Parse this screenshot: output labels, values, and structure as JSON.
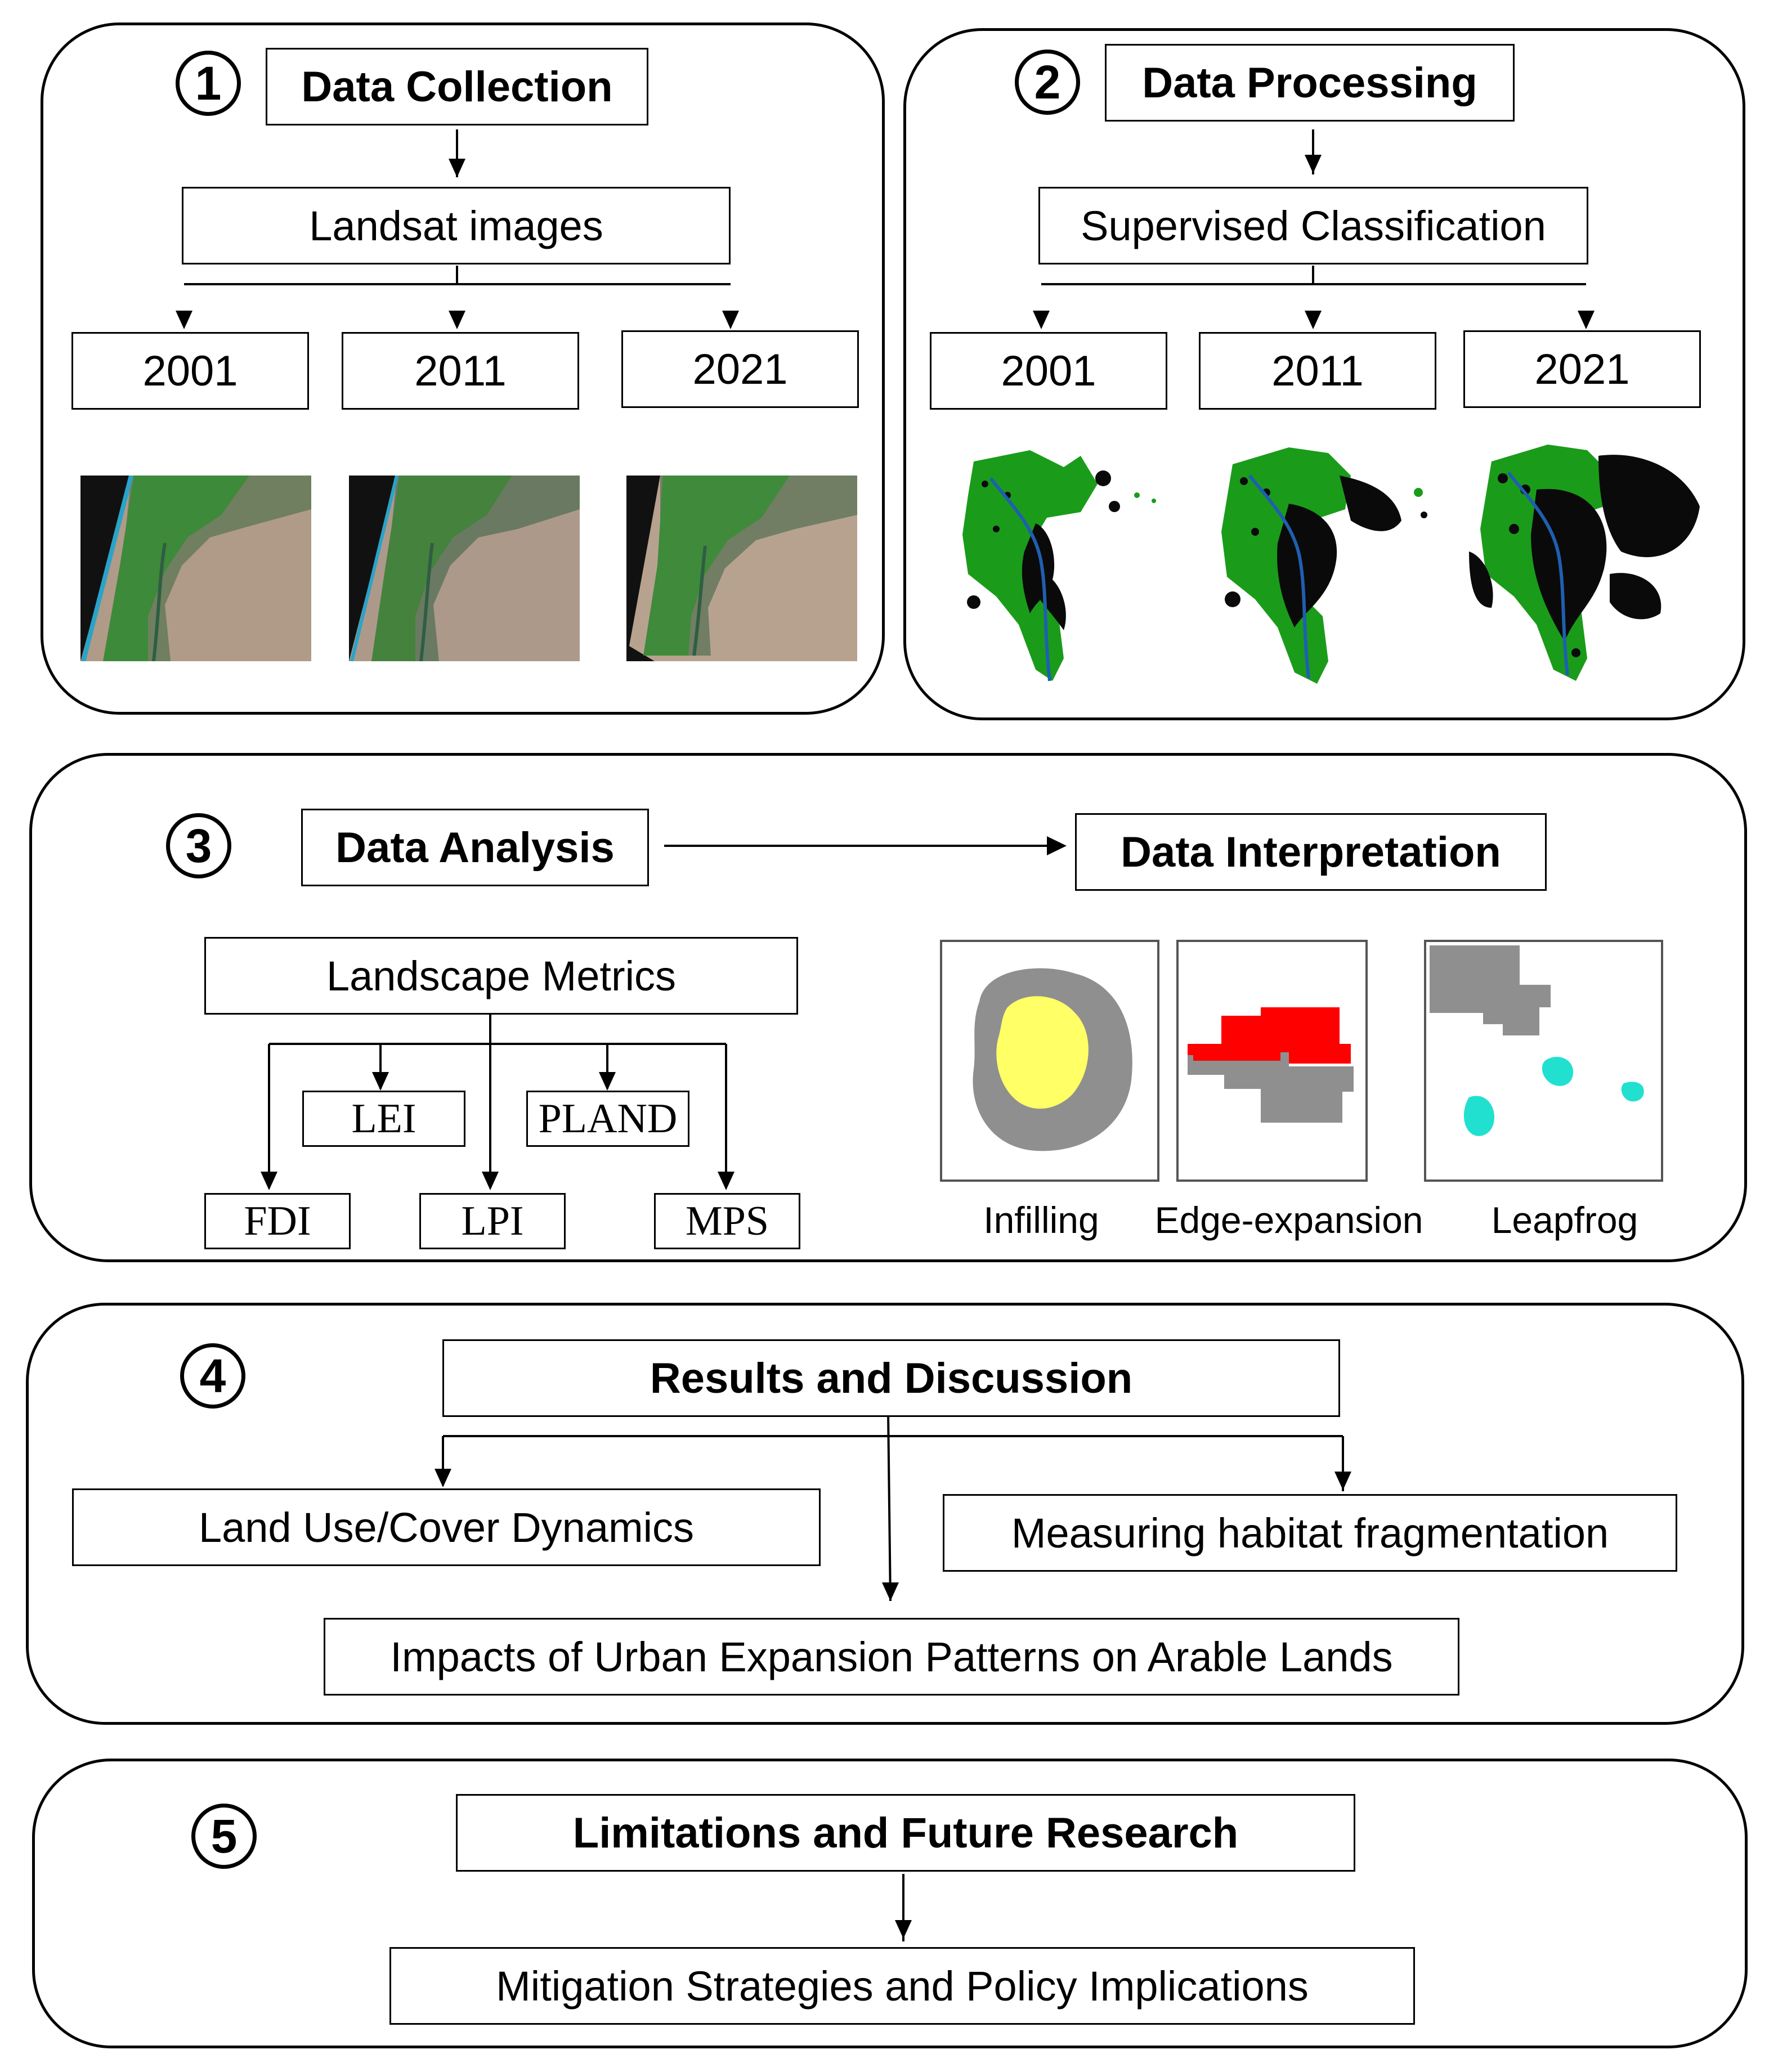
{
  "steps": [
    {
      "number": "1",
      "title": "Data Collection"
    },
    {
      "number": "2",
      "title": "Data Processing"
    },
    {
      "number": "3",
      "title": "Data Analysis"
    },
    {
      "number": "4",
      "title": "Results and Discussion"
    },
    {
      "number": "5",
      "title": "Limitations and Future Research"
    }
  ],
  "collection": {
    "source": "Landsat images",
    "years": [
      "2001",
      "2011",
      "2021"
    ]
  },
  "processing": {
    "method": "Supervised Classification",
    "years": [
      "2001",
      "2011",
      "2021"
    ]
  },
  "analysis": {
    "interpretation": "Data Interpretation",
    "metrics_title": "Landscape Metrics",
    "metrics": [
      "LEI",
      "PLAND",
      "FDI",
      "LPI",
      "MPS"
    ],
    "patterns": [
      "Infilling",
      "Edge-expansion",
      "Leapfrog"
    ]
  },
  "results": {
    "items": [
      "Land Use/Cover Dynamics",
      "Measuring habitat fragmentation",
      "Impacts of Urban Expansion Patterns on Arable Lands"
    ]
  },
  "limitations": {
    "item": "Mitigation Strategies and Policy Implications"
  },
  "colors": {
    "vegetation": "#1a9c1a",
    "urban": "#0a0a0a",
    "river": "#1f5fb0",
    "desert": "#b09a88",
    "pattern_existing": "#8f8f8f",
    "pattern_infill": "#ffff66",
    "pattern_edge": "#ff0000",
    "pattern_leapfrog": "#22e0d0"
  }
}
